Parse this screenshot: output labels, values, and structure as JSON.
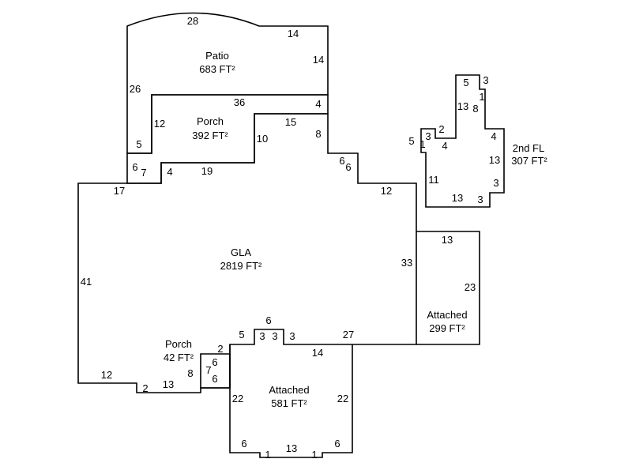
{
  "rooms": {
    "patio": {
      "name": "Patio",
      "area": "683 FT²"
    },
    "porch_upper": {
      "name": "Porch",
      "area": "392 FT²"
    },
    "gla": {
      "name": "GLA",
      "area": "2819 FT²"
    },
    "attached_right": {
      "name": "Attached",
      "area": "299 FT²"
    },
    "second_floor": {
      "name": "2nd FL",
      "area": "307 FT²"
    },
    "porch_lower": {
      "name": "Porch",
      "area": "42 FT²"
    },
    "attached_lower": {
      "name": "Attached",
      "area": "581 FT²"
    }
  },
  "dimensions": [
    "28",
    "14",
    "14",
    "26",
    "36",
    "4",
    "12",
    "15",
    "8",
    "10",
    "5",
    "6",
    "7",
    "4",
    "19",
    "6",
    "6",
    "17",
    "12",
    "41",
    "33",
    "13",
    "23",
    "5",
    "3",
    "1",
    "13",
    "8",
    "2",
    "5",
    "3",
    "1",
    "4",
    "4",
    "13",
    "11",
    "3",
    "13",
    "3",
    "6",
    "5",
    "3",
    "3",
    "3",
    "27",
    "14",
    "2",
    "6",
    "7",
    "6",
    "8",
    "12",
    "13",
    "2",
    "22",
    "22",
    "6",
    "13",
    "6",
    "1",
    "1"
  ]
}
